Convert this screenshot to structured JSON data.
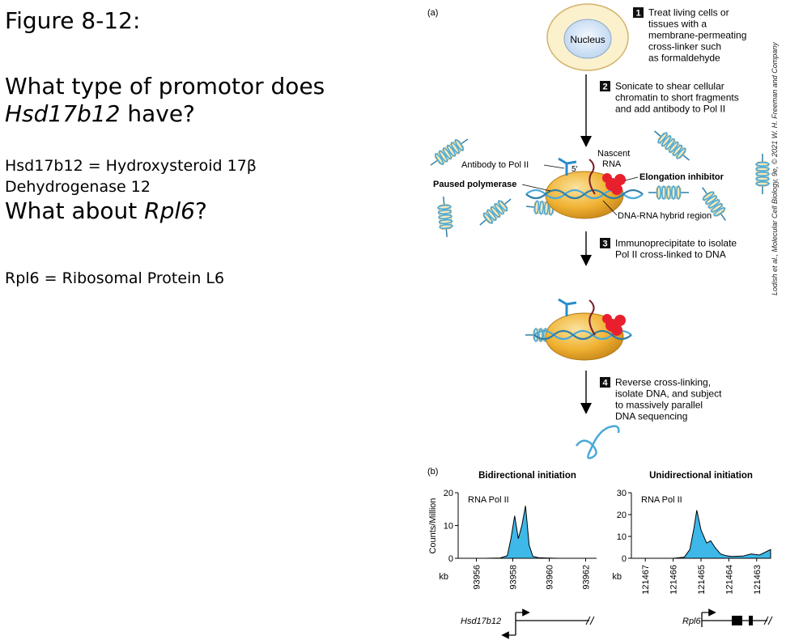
{
  "slide": {
    "figure_heading": "Figure 8-12:",
    "question1_pre": "What type of promotor does",
    "question1_gene": "Hsd17b12",
    "question1_post": " have?",
    "gene1_def_line1": "Hsd17b12 = Hydroxysteroid 17β",
    "gene1_def_line2": "Dehydrogenase 12",
    "question2_pre": "What about ",
    "question2_gene": "Rpl6",
    "question2_post": "?",
    "gene2_def": "Rpl6 = Ribosomal Protein L6"
  },
  "panel_a": {
    "label": "(a)",
    "nucleus": "Nucleus",
    "steps": [
      {
        "num": "1",
        "lines": [
          "Treat living cells or",
          "tissues with a",
          "membrane-permeating",
          "cross-linker such",
          "as formaldehyde"
        ]
      },
      {
        "num": "2",
        "lines": [
          "Sonicate to shear cellular",
          "chromatin to short fragments",
          "and add antibody to Pol II"
        ]
      },
      {
        "num": "3",
        "lines": [
          "Immunoprecipitate to isolate",
          "Pol II cross-linked to DNA"
        ]
      },
      {
        "num": "4",
        "lines": [
          "Reverse cross-linking,",
          "isolate DNA, and subject",
          "to massively parallel",
          "DNA sequencing"
        ]
      }
    ],
    "labels": {
      "antibody": "Antibody to Pol II",
      "five_prime": "5′",
      "nascent1": "Nascent",
      "nascent2": "RNA",
      "paused": "Paused polymerase",
      "elongation": "Elongation inhibitor",
      "hybrid": "DNA-RNA hybrid region"
    },
    "credit": "Lodish et al., Molecular Cell Biology, 9e, © 2021 W. H. Freeman and Company",
    "colors": {
      "polymerase": "#f0b232",
      "inhibitor": "#e8202e",
      "dna": "#4aa9d8",
      "antibody": "#2a8ccc"
    }
  },
  "panel_b": {
    "label": "(b)",
    "ylabel": "Counts/Million",
    "kb_label": "kb",
    "fill_color": "#3db8e8",
    "charts": [
      {
        "title": "Bidirectional initiation",
        "series_label": "RNA Pol II",
        "yticks": [
          "20",
          "10",
          "0"
        ],
        "ymax": 20,
        "xticks": [
          "93956",
          "93958",
          "93960",
          "93962"
        ],
        "gene": "Hsd17b12"
      },
      {
        "title": "Unidirectional initiation",
        "series_label": "RNA Pol II",
        "yticks": [
          "30",
          "20",
          "10",
          "0"
        ],
        "ymax": 30,
        "xticks": [
          "121467",
          "121466",
          "121465",
          "121464",
          "121463"
        ],
        "gene": "Rpl6"
      }
    ]
  },
  "chart_data": [
    {
      "type": "area",
      "title": "Bidirectional initiation",
      "xlabel": "kb",
      "ylabel": "Counts/Million",
      "xlim": [
        93955,
        93962.6
      ],
      "ylim": [
        0,
        20
      ],
      "series": [
        {
          "name": "RNA Pol II",
          "x": [
            93955.0,
            93956.5,
            93957.3,
            93957.7,
            93957.9,
            93958.1,
            93958.3,
            93958.5,
            93958.7,
            93958.9,
            93959.1,
            93959.4,
            93959.8,
            93960.5,
            93962.6
          ],
          "y": [
            0,
            0,
            0.1,
            0.8,
            6,
            13,
            6,
            10,
            16,
            4,
            0.6,
            0.2,
            0.1,
            0,
            0
          ]
        }
      ]
    },
    {
      "type": "area",
      "title": "Unidirectional initiation",
      "xlabel": "kb",
      "ylabel": "Counts/Million",
      "xlim": [
        121467.5,
        121462.5
      ],
      "ylim": [
        0,
        30
      ],
      "series": [
        {
          "name": "RNA Pol II",
          "x": [
            121467.5,
            121466.0,
            121465.6,
            121465.4,
            121465.25,
            121465.15,
            121465.0,
            121464.8,
            121464.65,
            121464.5,
            121464.3,
            121464.1,
            121463.9,
            121463.5,
            121463.2,
            121462.9,
            121462.5
          ],
          "y": [
            0,
            0,
            0.5,
            4,
            14,
            22,
            13,
            7,
            8,
            5,
            2,
            1.2,
            0.8,
            1,
            2,
            1.5,
            4
          ]
        }
      ]
    }
  ]
}
